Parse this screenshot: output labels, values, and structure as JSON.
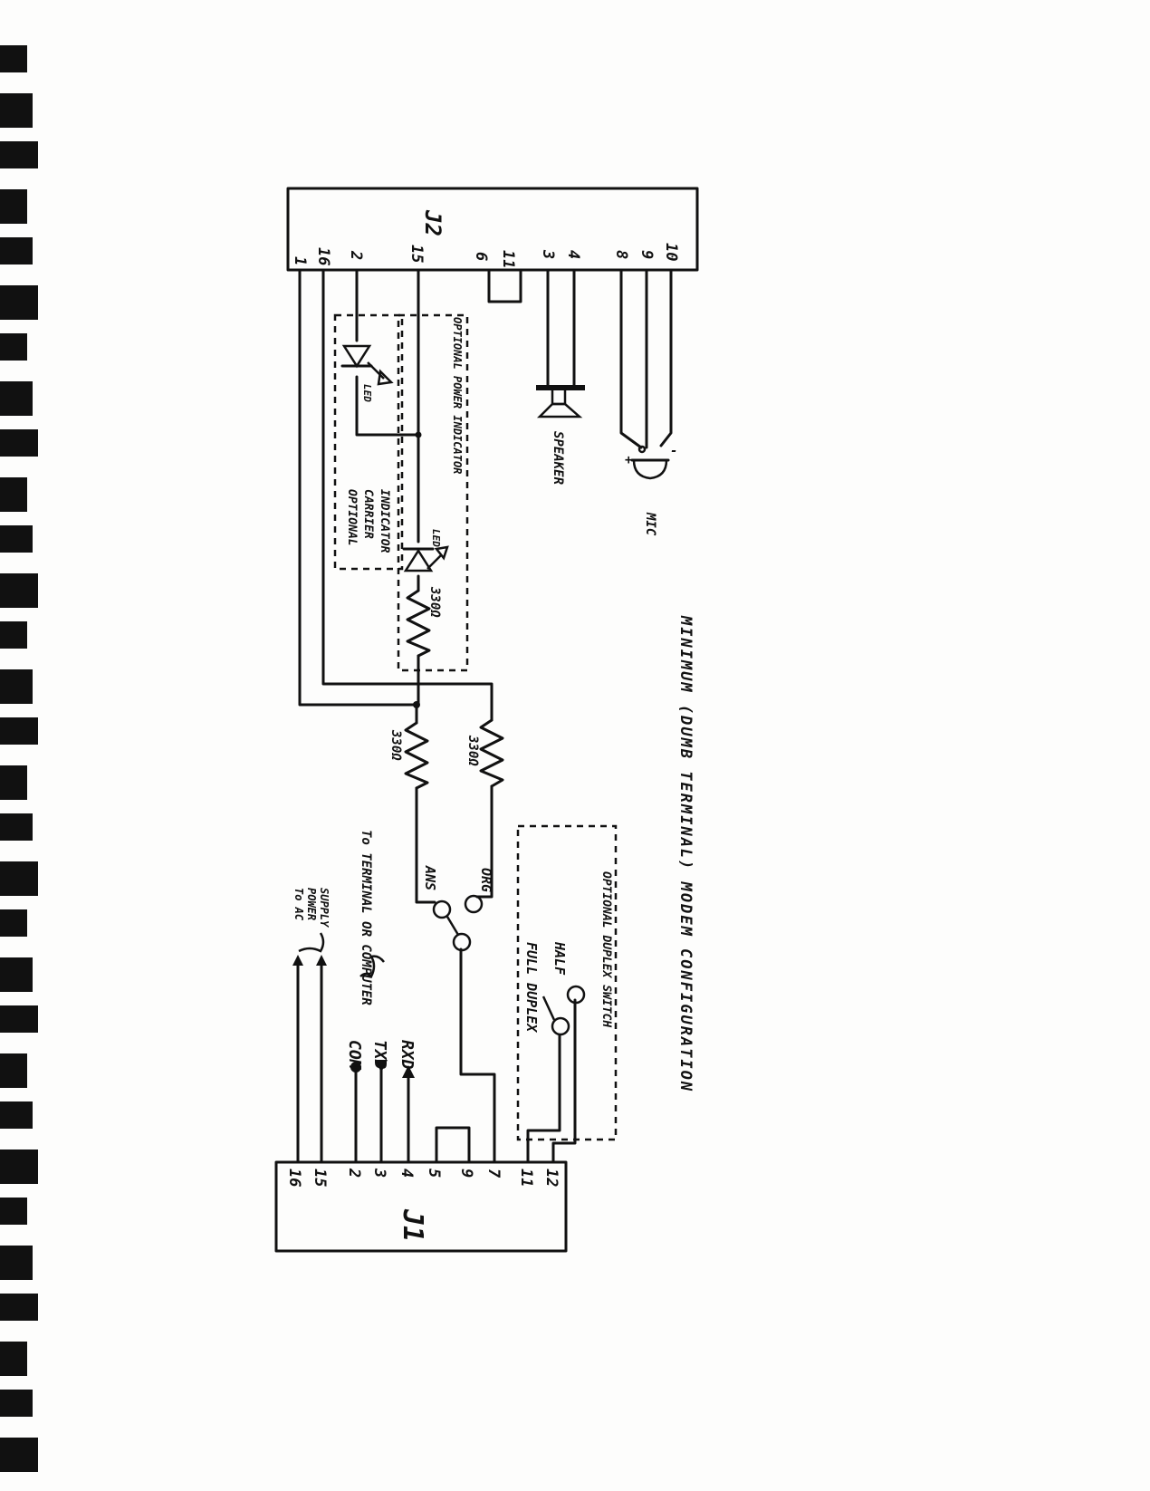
{
  "diagram": {
    "title": "MINIMUM (DUMB TERMINAL) MODEM CONFIGURATION",
    "j1": {
      "name": "J1",
      "pins": [
        "16",
        "15",
        "2",
        "3",
        "4",
        "5",
        "9",
        "7",
        "11",
        "12"
      ]
    },
    "j2": {
      "name": "J2",
      "pins": [
        "1",
        "16",
        "2",
        "15",
        "6",
        "11",
        "3",
        "4",
        "8",
        "9",
        "10"
      ]
    },
    "signals": {
      "com": "COM",
      "txd": "TXD",
      "rxd": "RXD",
      "terminal": "To TERMINAL OR COMPUTER",
      "ac_supply": "To AC POWER SUPPLY"
    },
    "switch_mode": {
      "ans": "ANS",
      "org": "ORG"
    },
    "resistors": {
      "r1": "330Ω",
      "r2": "330Ω",
      "r3": "330Ω"
    },
    "duplex": {
      "full": "FULL DUPLEX",
      "half": "HALF",
      "box_label": "OPTIONAL DUPLEX SWITCH"
    },
    "indicators": {
      "carrier_label": "OPTIONAL CARRIER INDICATOR",
      "power_label": "OPTIONAL POWER INDICATOR",
      "led1": "LED",
      "led2": "LED"
    },
    "speaker": "SPEAKER",
    "mic": "MIC",
    "mic_plus": "+",
    "mic_minus": "-"
  }
}
